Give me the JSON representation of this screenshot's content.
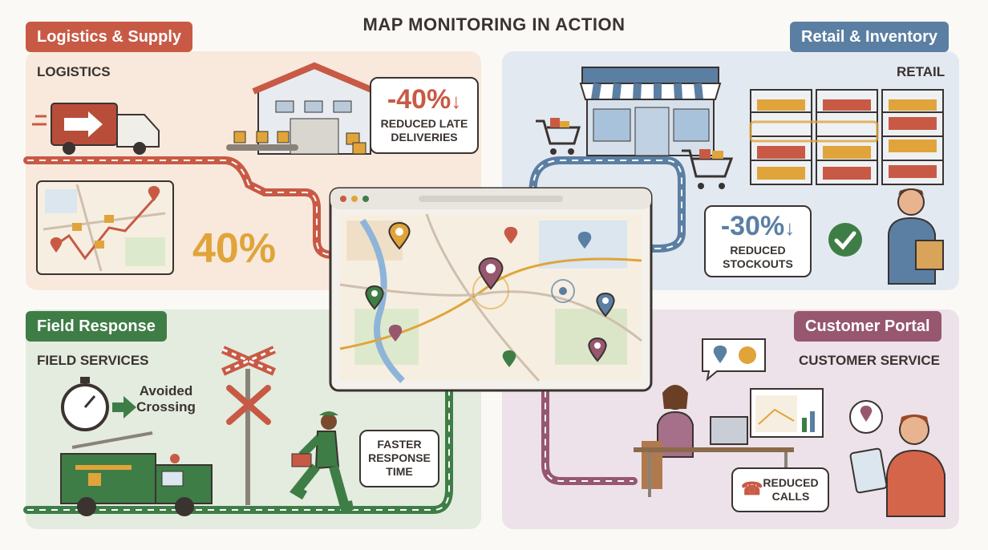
{
  "title": "MAP MONITORING IN ACTION",
  "sections": {
    "logistics": {
      "tab": "Logistics & Supply",
      "heading": "LOGISTICS",
      "stat_value": "40%",
      "callout_value": "-40%",
      "callout_text_1": "REDUCED LATE",
      "callout_text_2": "DELIVERIES"
    },
    "retail": {
      "tab": "Retail & Inventory",
      "heading": "RETAIL",
      "callout_value": "-30%",
      "callout_text_1": "REDUCED",
      "callout_text_2": "STOCKOUTS"
    },
    "field": {
      "tab": "Field Response",
      "heading": "FIELD SERVICES",
      "avoided_1": "Avoided",
      "avoided_2": "Crossing",
      "callout_text_1": "FASTER",
      "callout_text_2": "RESPONSE",
      "callout_text_3": "TIME"
    },
    "customer": {
      "tab": "Customer Portal",
      "heading": "CUSTOMER SERVICE",
      "callout_text_1": "REDUCED",
      "callout_text_2": "CALLS"
    }
  },
  "colors": {
    "logistics": "#c85a45",
    "retail": "#5b7fa3",
    "field": "#3f7d46",
    "customer": "#96576f",
    "accent": "#e0a43a"
  }
}
